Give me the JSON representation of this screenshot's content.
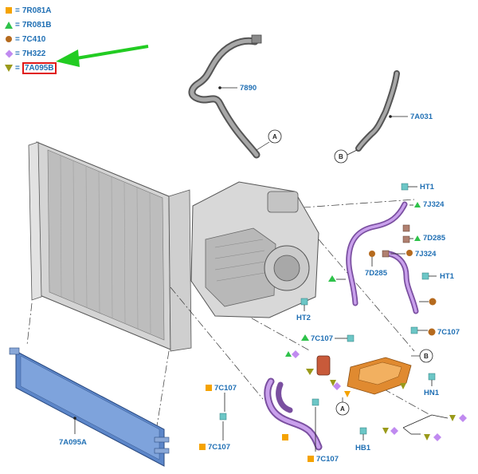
{
  "legend": [
    {
      "symbol": "orange-square",
      "eq": "=",
      "code": "7R081A"
    },
    {
      "symbol": "green-triangle",
      "eq": "=",
      "code": "7R081B"
    },
    {
      "symbol": "brown-circle",
      "eq": "=",
      "code": "7C410"
    },
    {
      "symbol": "purple-diamond",
      "eq": "=",
      "code": "7H322"
    },
    {
      "symbol": "olive-triangle-down",
      "eq": "=",
      "code": "7A095B"
    }
  ],
  "callouts": {
    "hose_top": "7890",
    "hose_right": "7A031",
    "ht1_top": "HT1",
    "j324_a": "7J324",
    "d285_a": "7D285",
    "j324_b": "7J324",
    "d285_b": "7D285",
    "ht1_mid": "HT1",
    "ht2": "HT2",
    "c107_right": "7C107",
    "c107_center": "7C107",
    "hn1": "HN1",
    "c107_left_top": "7C107",
    "c107_left_bottom": "7C107",
    "c107_bottom": "7C107",
    "hb1": "HB1",
    "cooler": "7A095A"
  },
  "view_markers": {
    "a_top": "A",
    "b_top": "B",
    "a_bottom": "A",
    "b_bottom": "B"
  },
  "colors": {
    "callout_blue": "#1f6fb4",
    "arrow_green": "#22cc22",
    "highlight_red": "#e01818",
    "cooler_blue": "#5c86c9",
    "hose_purple": "#a070c8",
    "bracket_orange": "#e08a30"
  }
}
